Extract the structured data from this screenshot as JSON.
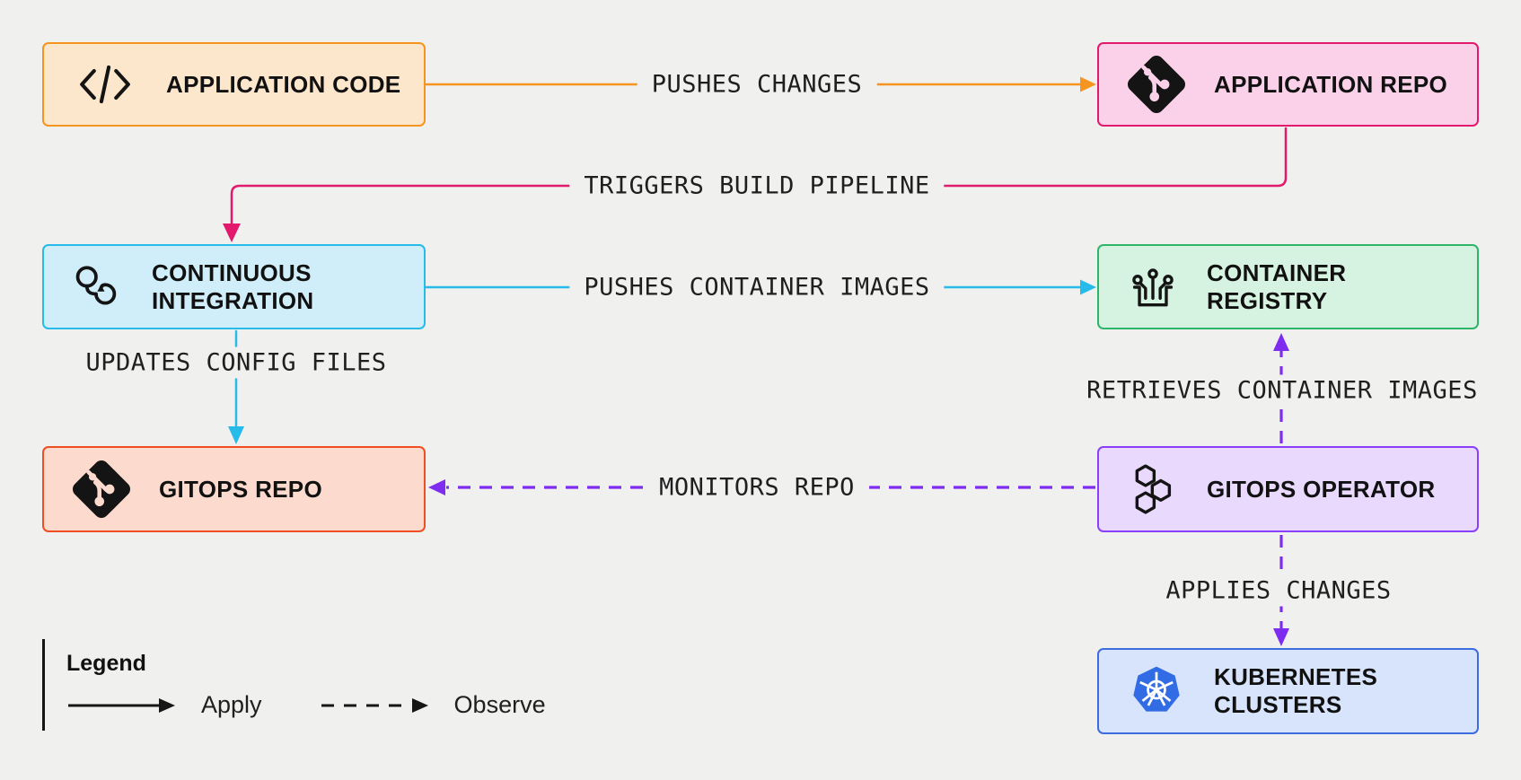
{
  "colors": {
    "background": "#f0f0ef",
    "icon_ink": "#141414",
    "kubernetes_blue": "#326ce5",
    "label_text": "#1f1f1f",
    "title_text": "#111111",
    "legend_ink": "#161616"
  },
  "nodes": [
    {
      "id": "application-code",
      "label": "APPLICATION CODE",
      "icon": "code-icon",
      "fill": "#fce7cc",
      "border": "#f5941f"
    },
    {
      "id": "application-repo",
      "label": "APPLICATION REPO",
      "icon": "git-icon",
      "fill": "#fad1e8",
      "border": "#e3196e"
    },
    {
      "id": "continuous-integration",
      "label": "CONTINUOUS INTEGRATION",
      "icon": "ci-loop-icon",
      "fill": "#d0eef9",
      "border": "#27bbea"
    },
    {
      "id": "container-registry",
      "label": "CONTAINER REGISTRY",
      "icon": "container-registry-icon",
      "fill": "#d6f3e1",
      "border": "#2fb56a"
    },
    {
      "id": "gitops-repo",
      "label": "GITOPS REPO",
      "icon": "git-icon",
      "fill": "#fcdbce",
      "border": "#f04f24"
    },
    {
      "id": "gitops-operator",
      "label": "GITOPS OPERATOR",
      "icon": "hexagons-icon",
      "fill": "#e9d9fc",
      "border": "#8a40fa"
    },
    {
      "id": "kubernetes-clusters",
      "label": "KUBERNETES CLUSTERS",
      "icon": "kubernetes-icon",
      "fill": "#d8e4fb",
      "border": "#3c6cdd"
    }
  ],
  "edges": [
    {
      "label": "PUSHES CHANGES",
      "from": "application-code",
      "to": "application-repo",
      "style": "solid",
      "color": "#f5941f"
    },
    {
      "label": "TRIGGERS BUILD PIPELINE",
      "from": "application-repo",
      "to": "continuous-integration",
      "style": "solid",
      "color": "#e3196e"
    },
    {
      "label": "PUSHES CONTAINER IMAGES",
      "from": "continuous-integration",
      "to": "container-registry",
      "style": "solid",
      "color": "#27bbea"
    },
    {
      "label": "UPDATES CONFIG FILES",
      "from": "continuous-integration",
      "to": "gitops-repo",
      "style": "solid",
      "color": "#27bbea"
    },
    {
      "label": "MONITORS REPO",
      "from": "gitops-operator",
      "to": "gitops-repo",
      "style": "dashed",
      "color": "#7d2cf0"
    },
    {
      "label": "RETRIEVES CONTAINER IMAGES",
      "from": "gitops-operator",
      "to": "container-registry",
      "style": "dashed",
      "color": "#7d2cf0"
    },
    {
      "label": "APPLIES CHANGES",
      "from": "gitops-operator",
      "to": "kubernetes-clusters",
      "style": "dashed",
      "color": "#7d2cf0"
    }
  ],
  "legend": {
    "title": "Legend",
    "items": [
      {
        "label": "Apply",
        "style": "solid"
      },
      {
        "label": "Observe",
        "style": "dashed"
      }
    ]
  }
}
